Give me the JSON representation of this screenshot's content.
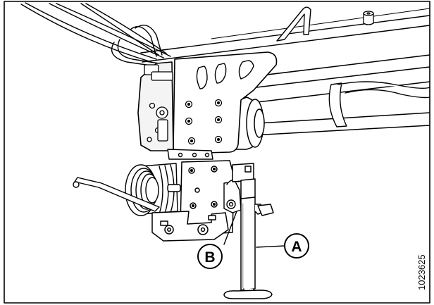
{
  "callouts": {
    "a": "A",
    "b": "B"
  },
  "figure_id": "1023625",
  "colors": {
    "line": "#000000",
    "fill": "#ffffff",
    "shade": "#d8d8d8"
  }
}
